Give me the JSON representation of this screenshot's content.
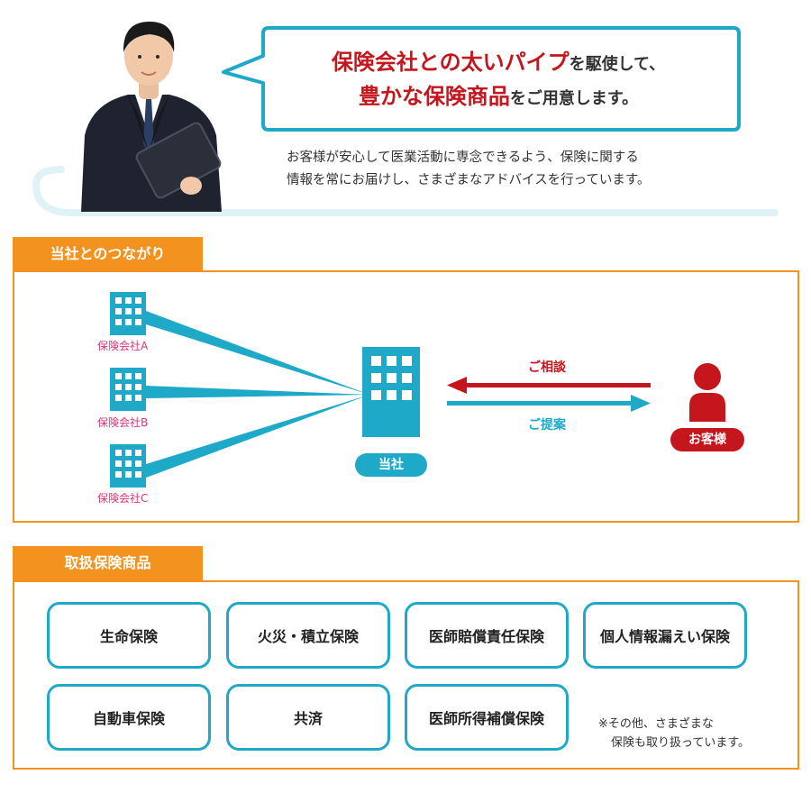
{
  "hero": {
    "headline_line1_em": "保険会社との太いパイプ",
    "headline_line1_rest": "を駆使して、",
    "headline_line2_em": "豊かな保険商品",
    "headline_line2_rest": "をご用意します。",
    "intro_line1": "お客様が安心して医業活動に専念できるよう、保険に関する",
    "intro_line2": "情報を常にお届けし、さまざまなアドバイスを行っています。"
  },
  "connection": {
    "section_title": "当社とのつながり",
    "insurers": [
      {
        "label": "保険会社A"
      },
      {
        "label": "保険会社B"
      },
      {
        "label": "保険会社C"
      }
    ],
    "our_company_label": "当社",
    "customer_label": "お客様",
    "consult_label": "ご相談",
    "proposal_label": "ご提案"
  },
  "products": {
    "section_title": "取扱保険商品",
    "items": [
      {
        "label": "生命保険"
      },
      {
        "label": "火災・積立保険"
      },
      {
        "label": "医師賠償責任保険"
      },
      {
        "label": "個人情報漏えい保険"
      },
      {
        "label": "自動車保険"
      },
      {
        "label": "共済"
      },
      {
        "label": "医師所得補償保険"
      }
    ],
    "note_line1": "※その他、さまざまな",
    "note_line2": "保険も取り扱っています。"
  },
  "colors": {
    "accent_orange": "#f3921f",
    "accent_blue": "#1fa9c8",
    "accent_red": "#c4161c",
    "insurer_pink": "#e0337a"
  }
}
